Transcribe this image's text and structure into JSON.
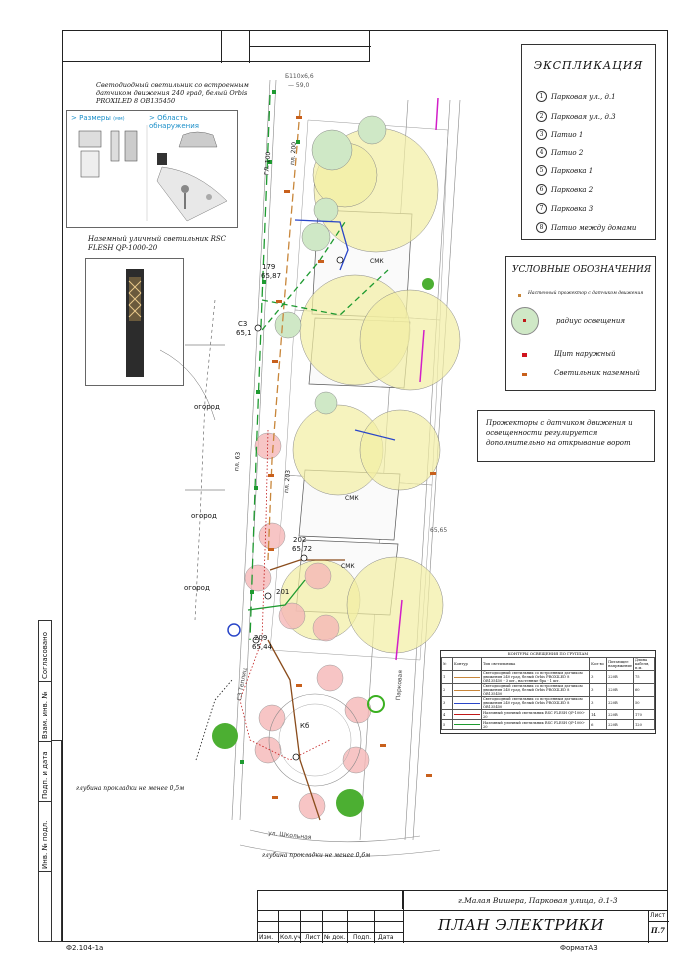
{
  "spec": {
    "title_line1": "Светодиодный светильник со встроенным",
    "title_line2": "датчиком движения 240 град, белый Orbis",
    "title_line3": "PROXILED 8 OB135450",
    "sizes_label": "Размеры",
    "sizes_unit": "(мм)",
    "detection_label": "Область обнаружения"
  },
  "lamp": {
    "title_line1": "Наземный уличный светильник RSC",
    "title_line2": "FLESH QP-1000-20"
  },
  "explication": {
    "title": "ЭКСПЛИКАЦИЯ",
    "items": [
      {
        "n": "1",
        "text": "Парковая ул., д.1"
      },
      {
        "n": "2",
        "text": "Парковая ул., д.3"
      },
      {
        "n": "3",
        "text": "Патио 1"
      },
      {
        "n": "4",
        "text": "Патио 2"
      },
      {
        "n": "5",
        "text": "Парковка 1"
      },
      {
        "n": "6",
        "text": "Парковка 2"
      },
      {
        "n": "7",
        "text": "Парковка 3"
      },
      {
        "n": "8",
        "text": "Патио между домами"
      }
    ]
  },
  "legend": {
    "title": "УСЛОВНЫЕ ОБОЗНАЧЕНИЯ",
    "items": [
      {
        "text": "Настенный прожектор с датчиком движения"
      },
      {
        "text": "радиус освещения"
      },
      {
        "text": "Щит наружный"
      },
      {
        "text": "Светильник наземный"
      }
    ]
  },
  "note": {
    "text": "Прожекторы с датчиком движения и освещенности регулируется дополнительно на открывание ворот"
  },
  "table": {
    "caption": "КОНТУРЫ ОСВЕЩЕНИЯ ПО ГРУППАМ",
    "headers": [
      "№",
      "Контур",
      "Тип светильника",
      "Кол-во",
      "Питающее напряжение",
      "Длина кабеля, п.м."
    ],
    "rows": [
      {
        "n": "1",
        "color": "#c8863a",
        "type": "Светодиодный светильник со встроенным датчиком движения 240 град, белый Orbis PROXILED 8 OB135450 - 3 шт., настенные бра - 1 шт.",
        "qty": "3",
        "volt": "220В",
        "len": "75"
      },
      {
        "n": "2",
        "color": "#c8863a",
        "type": "Светодиодный светильник со встроенным датчиком движения 240 град, белый Orbis PROXILED 8 OB135450",
        "qty": "3",
        "volt": "220В",
        "len": "60"
      },
      {
        "n": "3",
        "color": "#2a46c8",
        "type": "Светодиодный светильник со встроенным датчиком движения 240 град, белый Orbis PROXILED 8 OB135450",
        "qty": "3",
        "volt": "220В",
        "len": "50"
      },
      {
        "n": "4",
        "color": "#c01818",
        "type": "Наземный уличный светильник RSC FLESH QP-1000-20",
        "qty": "14",
        "volt": "220В",
        "len": "170"
      },
      {
        "n": "5",
        "color": "#1e9a30",
        "type": "Наземный уличный светильник RSC FLESH QP-1000-20",
        "qty": "6",
        "volt": "220В",
        "len": "120"
      }
    ]
  },
  "plan": {
    "road_top": "Б110х6,6",
    "road_top2": "59,0",
    "smk": "СМК",
    "garden1": "огород",
    "garden2": "огород",
    "garden3": "огород",
    "street_vertical": "Парковая",
    "street_bottom": "ул. Школьная",
    "street_left": "СЗ Теплиц",
    "depth1": "глубина прокладки не менее 0,5м",
    "depth2": "глубина прокладки не менее 0,6м",
    "mark1": "179",
    "mark1b": "65,87",
    "mark2": "С3",
    "mark2b": "65,1",
    "mark3": "202",
    "mark3b": "65,72",
    "mark4": "209",
    "mark4b": "65,44",
    "mark5": "201",
    "pl": "пл. 63",
    "pl2": "пл. 200",
    "pl3": "пл. 203",
    "pl4": "ГЛ. 100",
    "kb": "Кб",
    "v": "(6)",
    "elev": "65,65"
  },
  "titleblock": {
    "address": "г.Малая Вишера, Парковая улица, д.1-3",
    "title": "ПЛАН ЭЛЕКТРИКИ",
    "sheet_label": "Лист",
    "sheet": "П.7",
    "cols": [
      "Изм.",
      "Кол.уч",
      "Лист",
      "№ док.",
      "Подп.",
      "Дата"
    ],
    "form": "Ф2.104-1а",
    "format": "ФорматА3"
  },
  "sidebar": {
    "labels": [
      "Согласовано",
      "Взам. инв. №",
      "Подп. и дата",
      "Инв. № подл."
    ]
  }
}
